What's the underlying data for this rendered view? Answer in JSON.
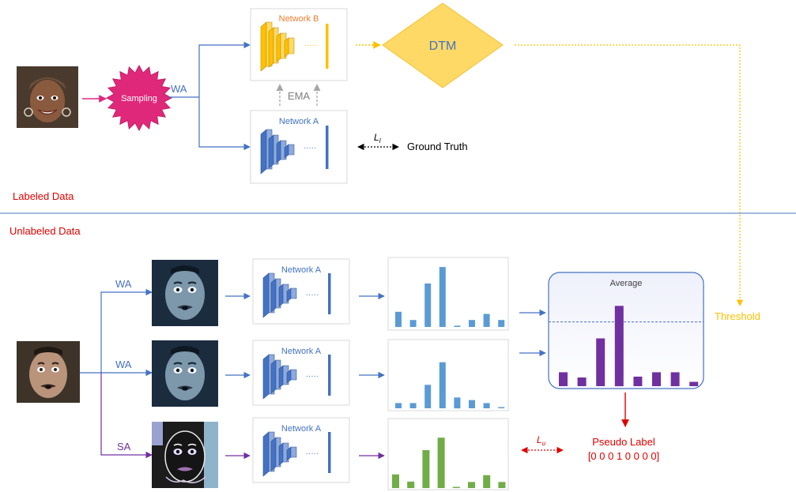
{
  "labels": {
    "network_a": "Network A",
    "network_b": "Network B",
    "dtm": "DTM",
    "sampling": "Sampling",
    "ema": "EMA",
    "wa": "WA",
    "sa": "SA",
    "ground_truth": "Ground Truth",
    "loss_l": "L",
    "loss_l_sub": "l",
    "loss_u": "L",
    "loss_u_sub": "u",
    "labeled_data": "Labeled Data",
    "unlabeled_data": "Unlabeled Data",
    "average": "Average",
    "threshold": "Threshold",
    "pseudo_label": "Pseudo Label",
    "pseudo_label_vector": "[0 0 0 1 0 0 0 0]",
    "dots": "·····"
  },
  "colors": {
    "blue": "#4472c4",
    "bar_blue": "#5b9bd5",
    "green": "#70ad47",
    "purple": "#7030a0",
    "gold": "#ffc000",
    "dtm_fill": "#ffd966",
    "magenta": "#e0287a",
    "red": "#e00000",
    "gray": "#a6a6a6"
  },
  "histograms": {
    "blue_1": [
      0.35,
      0.16,
      1.0,
      1.38,
      0.03,
      0.16,
      0.3,
      0.16
    ],
    "blue_2": [
      0.12,
      0.12,
      0.54,
      1.06,
      0.25,
      0.19,
      0.12,
      0.02
    ],
    "green": [
      0.36,
      0.17,
      1.0,
      1.33,
      0.03,
      0.16,
      0.34,
      0.16
    ],
    "average": [
      0.32,
      0.2,
      1.1,
      1.85,
      0.22,
      0.32,
      0.32,
      0.1
    ],
    "threshold_level": 1.48
  }
}
